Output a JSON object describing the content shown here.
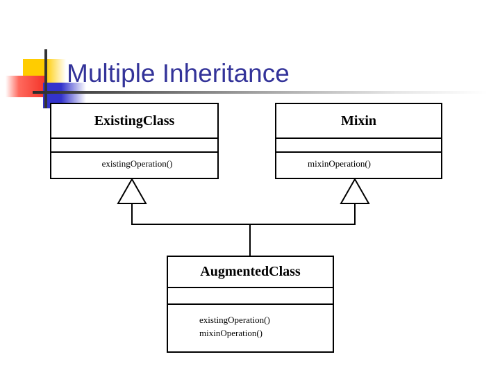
{
  "slide": {
    "title": "Multiple Inheritance",
    "title_color": "#333399",
    "rule_color": "#2b2b2b",
    "background": "#ffffff"
  },
  "decoration": {
    "name": "powerpoint-title-motif",
    "squares": [
      {
        "name": "yellow-square",
        "color": "#ffcc00"
      },
      {
        "name": "red-square",
        "color": "#f4352a"
      },
      {
        "name": "blue-square",
        "color": "#3333cc"
      }
    ],
    "crosshair_color": "#333333"
  },
  "diagram": {
    "type": "uml-class-diagram",
    "relationship": "generalization",
    "classes": [
      {
        "id": "existing",
        "name": "ExistingClass",
        "attributes": [],
        "operations": [
          "existingOperation()"
        ]
      },
      {
        "id": "mixin",
        "name": "Mixin",
        "attributes": [],
        "operations": [
          "mixinOperation()"
        ]
      },
      {
        "id": "augmented",
        "name": "AugmentedClass",
        "attributes": [],
        "operations": [
          "existingOperation()",
          "mixinOperation()"
        ]
      }
    ],
    "generalizations": [
      {
        "from": "augmented",
        "to": "existing"
      },
      {
        "from": "augmented",
        "to": "mixin"
      }
    ]
  }
}
